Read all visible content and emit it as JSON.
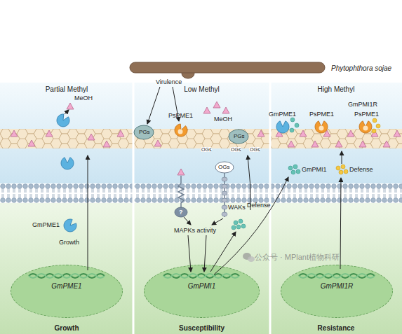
{
  "diagram": {
    "nodes": [
      {
        "text": [
          "Partial Methyl",
          "Growth"
        ]
      },
      {
        "text": [
          "Low Methyl",
          "Susceptibility"
        ]
      },
      {
        "text": [
          "High Methyl",
          "Resistance"
        ]
      },
      {
        "text": [
          "GmPME1"
        ],
        "in": 0
      },
      {
        "text": [
          "GmPMI1"
        ],
        "in": 1
      },
      {
        "text": [
          "GmPMI1R"
        ],
        "in": 2
      }
    ],
    "labels": [
      "Phytophthora sojae",
      "Virulence",
      "MeOH",
      "GmPME1",
      "Growth",
      "PGs",
      "PsPME1",
      "MeOH",
      "PGs",
      "OGs",
      "OGs",
      "OGs",
      "OGs",
      "?",
      "WAKs",
      "MAPKs activity",
      "Defense",
      "GmPME1",
      "PsPME1",
      "GmPMI1R",
      "PsPME1",
      "GmPMI1",
      "Defense",
      "公众号 · MPlant植物科研"
    ]
  }
}
